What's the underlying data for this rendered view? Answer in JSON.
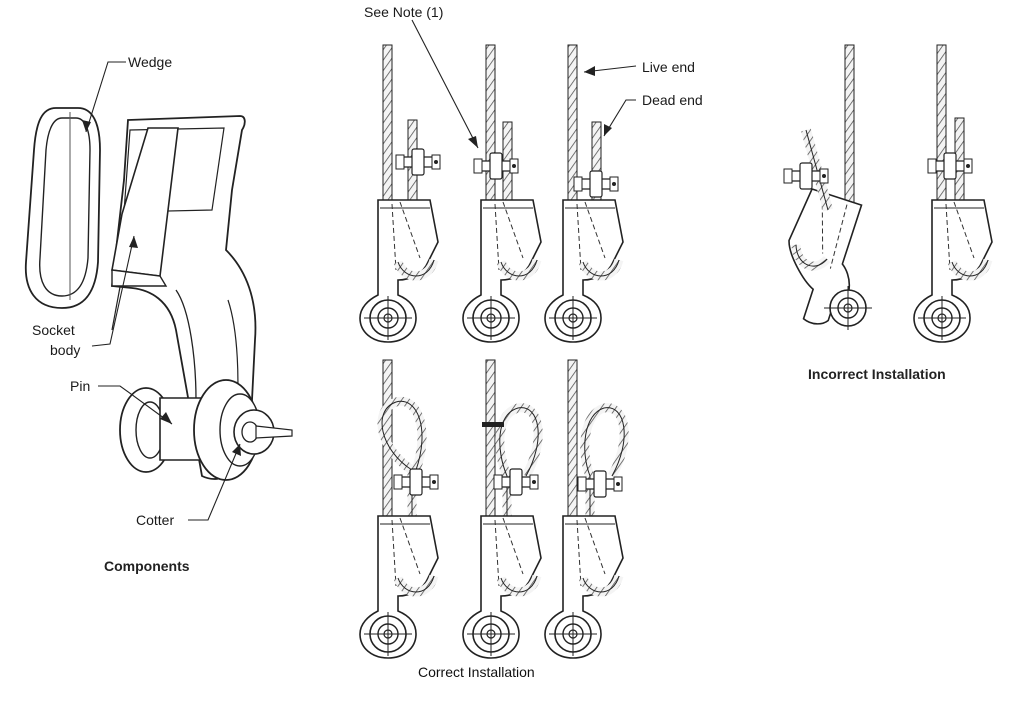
{
  "labels": {
    "wedge": "Wedge",
    "socket_line1": "Socket",
    "socket_line2": "body",
    "pin": "Pin",
    "cotter": "Cotter",
    "see_note": "See Note (1)",
    "live_end": "Live end",
    "dead_end": "Dead end"
  },
  "captions": {
    "components": "Components",
    "correct": "Correct Installation",
    "incorrect": "Incorrect Installation"
  }
}
